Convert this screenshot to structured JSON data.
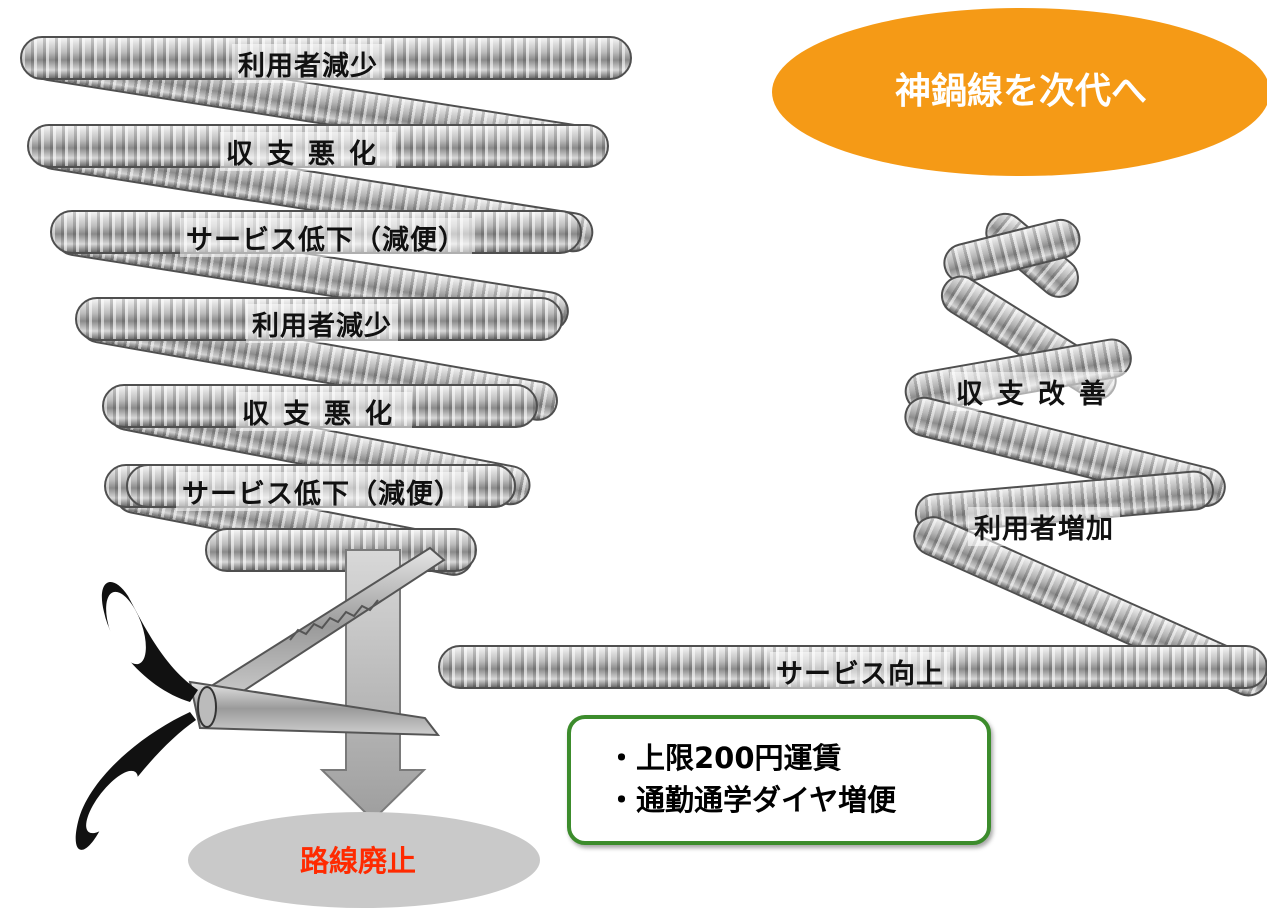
{
  "left_spiral": {
    "labels": [
      "利用者減少",
      "収支悪化",
      "サービス低下（減便）",
      "利用者減少",
      "収支悪化",
      "サービス低下（減便）"
    ]
  },
  "right_spiral": {
    "labels": [
      "収支改善",
      "利用者増加",
      "サービス向上"
    ]
  },
  "goal": "神鍋線を次代へ",
  "end_result": "路線廃止",
  "measures": [
    "・上限200円運賃",
    "・通勤通学ダイヤ増便"
  ],
  "colors": {
    "goal_fill": "#f59a16",
    "end_text": "#ff2a00",
    "measures_border": "#3c8c2c"
  },
  "icons": [
    "scissors-icon",
    "down-arrow-icon"
  ]
}
